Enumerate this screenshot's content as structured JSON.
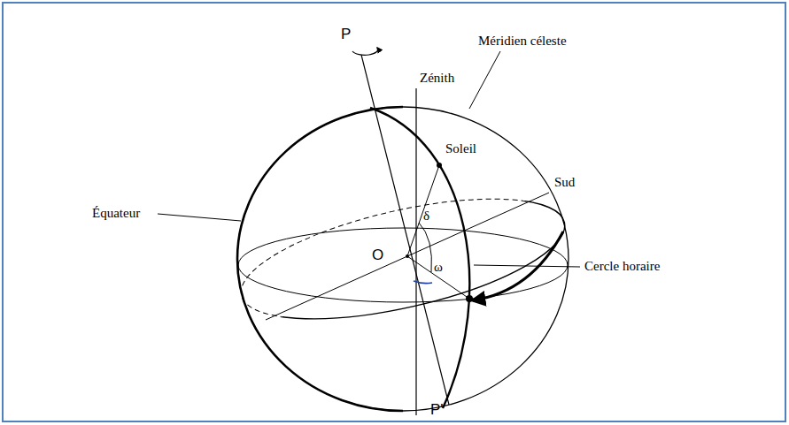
{
  "diagram": {
    "labels": [
      "P",
      "Zénith",
      "Méridien céleste",
      "Soleil",
      "Sud",
      "Équateur",
      "O",
      "δ",
      "ω",
      "Cercle horaire",
      "P'"
    ]
  }
}
